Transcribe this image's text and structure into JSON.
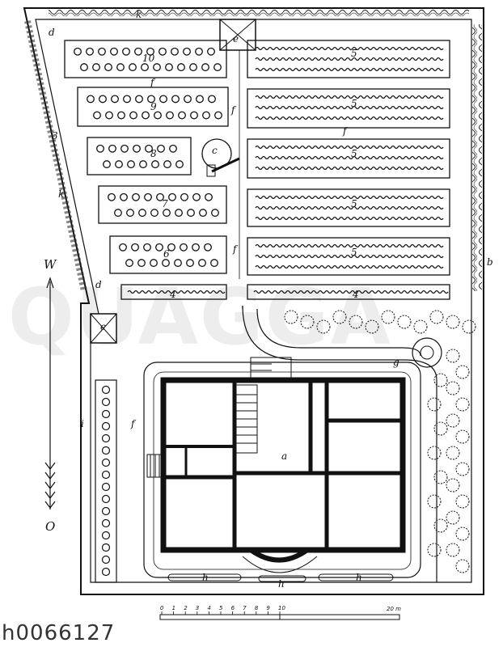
{
  "image_id": "h0066127",
  "watermark": "QUAGGA",
  "compass": {
    "top": "W",
    "bottom": "O"
  },
  "scale_bar": {
    "ticks": [
      "0",
      "1",
      "2",
      "3",
      "4",
      "5",
      "6",
      "7",
      "8",
      "9",
      "10"
    ],
    "end_label": "20 m"
  },
  "labels": {
    "a": "a",
    "b": "b",
    "c": "c",
    "d": "d",
    "e": "e",
    "f": "f",
    "g": "g",
    "h": "h",
    "i": "i",
    "k": "k",
    "n3": "3",
    "n4": "4",
    "n5": "5",
    "n6": "6",
    "n7": "7",
    "n8": "8",
    "n9": "9",
    "n10": "10"
  }
}
